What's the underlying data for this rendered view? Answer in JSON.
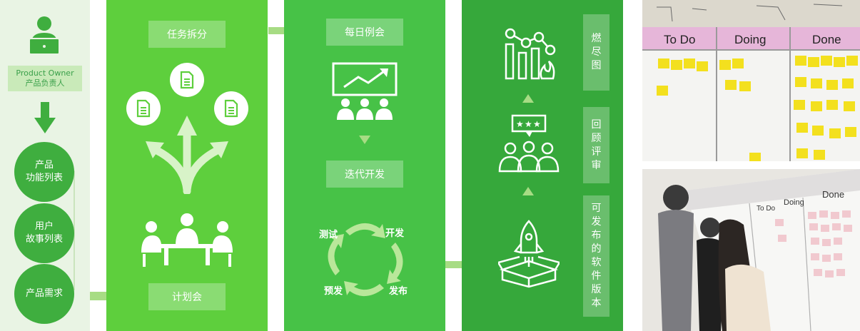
{
  "product_owner": {
    "en": "Product Owner",
    "zh": "产品负责人"
  },
  "backlog": [
    {
      "line1": "产品",
      "line2": "功能列表"
    },
    {
      "line1": "用户",
      "line2": "故事列表"
    },
    {
      "line1": "产品需求",
      "line2": ""
    }
  ],
  "planning": {
    "task_split": "任务拆分",
    "planning_meeting": "计划会"
  },
  "sprint": {
    "daily_meeting": "每日例会",
    "iterative_dev": "迭代开发",
    "cycle": {
      "develop": "开发",
      "release": "发布",
      "pre_release": "预发",
      "test": "测试"
    }
  },
  "outputs": {
    "burndown": "燃尽图",
    "review": "回顾评审",
    "shippable": "可发布的软件版本"
  },
  "kanban": {
    "todo": "To Do",
    "doing": "Doing",
    "done": "Done"
  },
  "colors": {
    "light": "#e9f4e4",
    "green1": "#5ecf3d",
    "green2": "#47c247",
    "green3": "#36a83b",
    "arrow": "#a7dc84"
  }
}
